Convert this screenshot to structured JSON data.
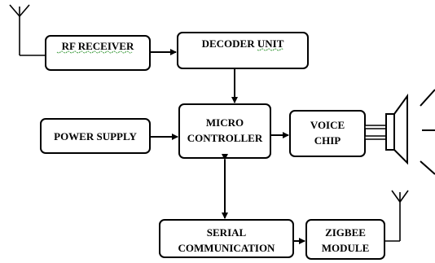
{
  "blocks": {
    "rf_receiver": "RF RECEIVER",
    "decoder_unit": "DECODER UNIT",
    "power_supply": "POWER SUPPLY",
    "micro_controller": [
      "MICRO",
      "CONTROLLER"
    ],
    "voice_chip": [
      "VOICE",
      "CHIP"
    ],
    "serial_communication": [
      "SERIAL",
      "COMMUNICATION"
    ],
    "zigbee_module": [
      "ZIGBEE",
      "MODULE"
    ]
  },
  "icons": {
    "rf_antenna": "antenna-icon",
    "zigbee_antenna": "antenna-icon",
    "speaker": "speaker-icon"
  },
  "colors": {
    "stroke": "#000000",
    "spellcheck_underline": "#3a9a3a"
  }
}
